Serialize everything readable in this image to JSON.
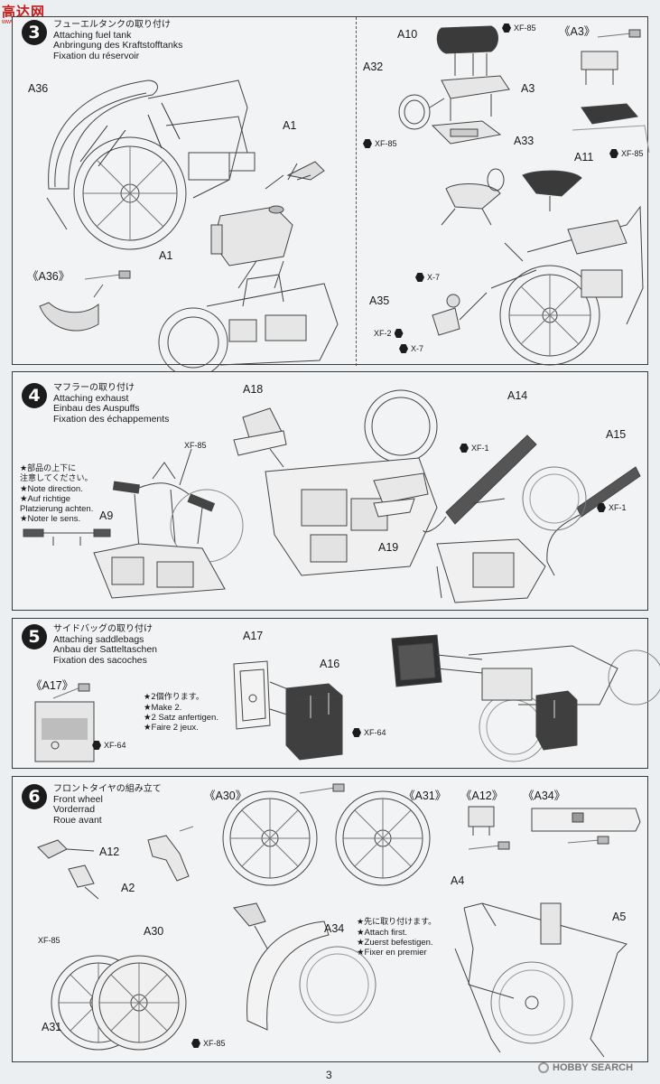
{
  "page_number": "3",
  "watermark": {
    "site": "HOBBY SEARCH",
    "tl_brand": "高达网",
    "tl_url": "www.gunda.cn"
  },
  "step3": {
    "num": "3",
    "jp": "フューエルタンクの取り付け",
    "en": "Attaching fuel tank",
    "de": "Anbringung des Kraftstofftanks",
    "fr": "Fixation du réservoir",
    "labels": {
      "A36": "A36",
      "A1a": "A1",
      "A1b": "A1",
      "A36detail": "《A36》",
      "A10": "A10",
      "A32": "A32",
      "A3": "A3",
      "A3detail": "《A3》",
      "A33": "A33",
      "A11": "A11",
      "A35": "A35"
    },
    "paints": {
      "xf85_a10": "XF-85",
      "xf85_a32": "XF-85",
      "xf85_a11": "XF-85",
      "x7_top": "X-7",
      "xf2": "XF-2",
      "x7_bottom": "X-7"
    }
  },
  "step4": {
    "num": "4",
    "jp": "マフラーの取り付け",
    "en": "Attaching exhaust",
    "de": "Einbau des Auspuffs",
    "fr": "Fixation des échappements",
    "note_jp1": "★部品の上下に",
    "note_jp2": "注意してください。",
    "note_en": "★Note direction.",
    "note_de1": "★Auf richtige",
    "note_de2": "Platzierung achten.",
    "note_fr": "★Noter le sens.",
    "labels": {
      "A18": "A18",
      "A14": "A14",
      "A15": "A15",
      "A9": "A9",
      "A19": "A19"
    },
    "paints": {
      "xf85": "XF-85",
      "xf1_left": "XF-1",
      "xf1_right": "XF-1"
    }
  },
  "step5": {
    "num": "5",
    "jp": "サイドバッグの取り付け",
    "en": "Attaching saddlebags",
    "de": "Anbau der Satteltaschen",
    "fr": "Fixation des sacoches",
    "make_jp": "★2個作ります。",
    "make_en": "★Make 2.",
    "make_de": "★2 Satz anfertigen.",
    "make_fr": "★Faire 2 jeux.",
    "labels": {
      "A17": "A17",
      "A16": "A16",
      "A17detail": "《A17》"
    },
    "paints": {
      "xf64_a16": "XF-64",
      "xf64_detail": "XF-64"
    }
  },
  "step6": {
    "num": "6",
    "jp": "フロントタイヤの組み立て",
    "en": "Front wheel",
    "de": "Vorderrad",
    "fr": "Roue avant",
    "attach_jp": "★先に取り付けます。",
    "attach_en": "★Attach first.",
    "attach_de": "★Zuerst befestigen.",
    "attach_fr": "★Fixer en premier",
    "labels": {
      "A30detail": "《A30》",
      "A31detail": "《A31》",
      "A12detail": "《A12》",
      "A34detail": "《A34》",
      "A12": "A12",
      "A2": "A2",
      "A30": "A30",
      "A31": "A31",
      "A34": "A34",
      "A4": "A4",
      "A5": "A5"
    },
    "paints": {
      "xf85_top": "XF-85",
      "xf85_bottom": "XF-85"
    }
  }
}
